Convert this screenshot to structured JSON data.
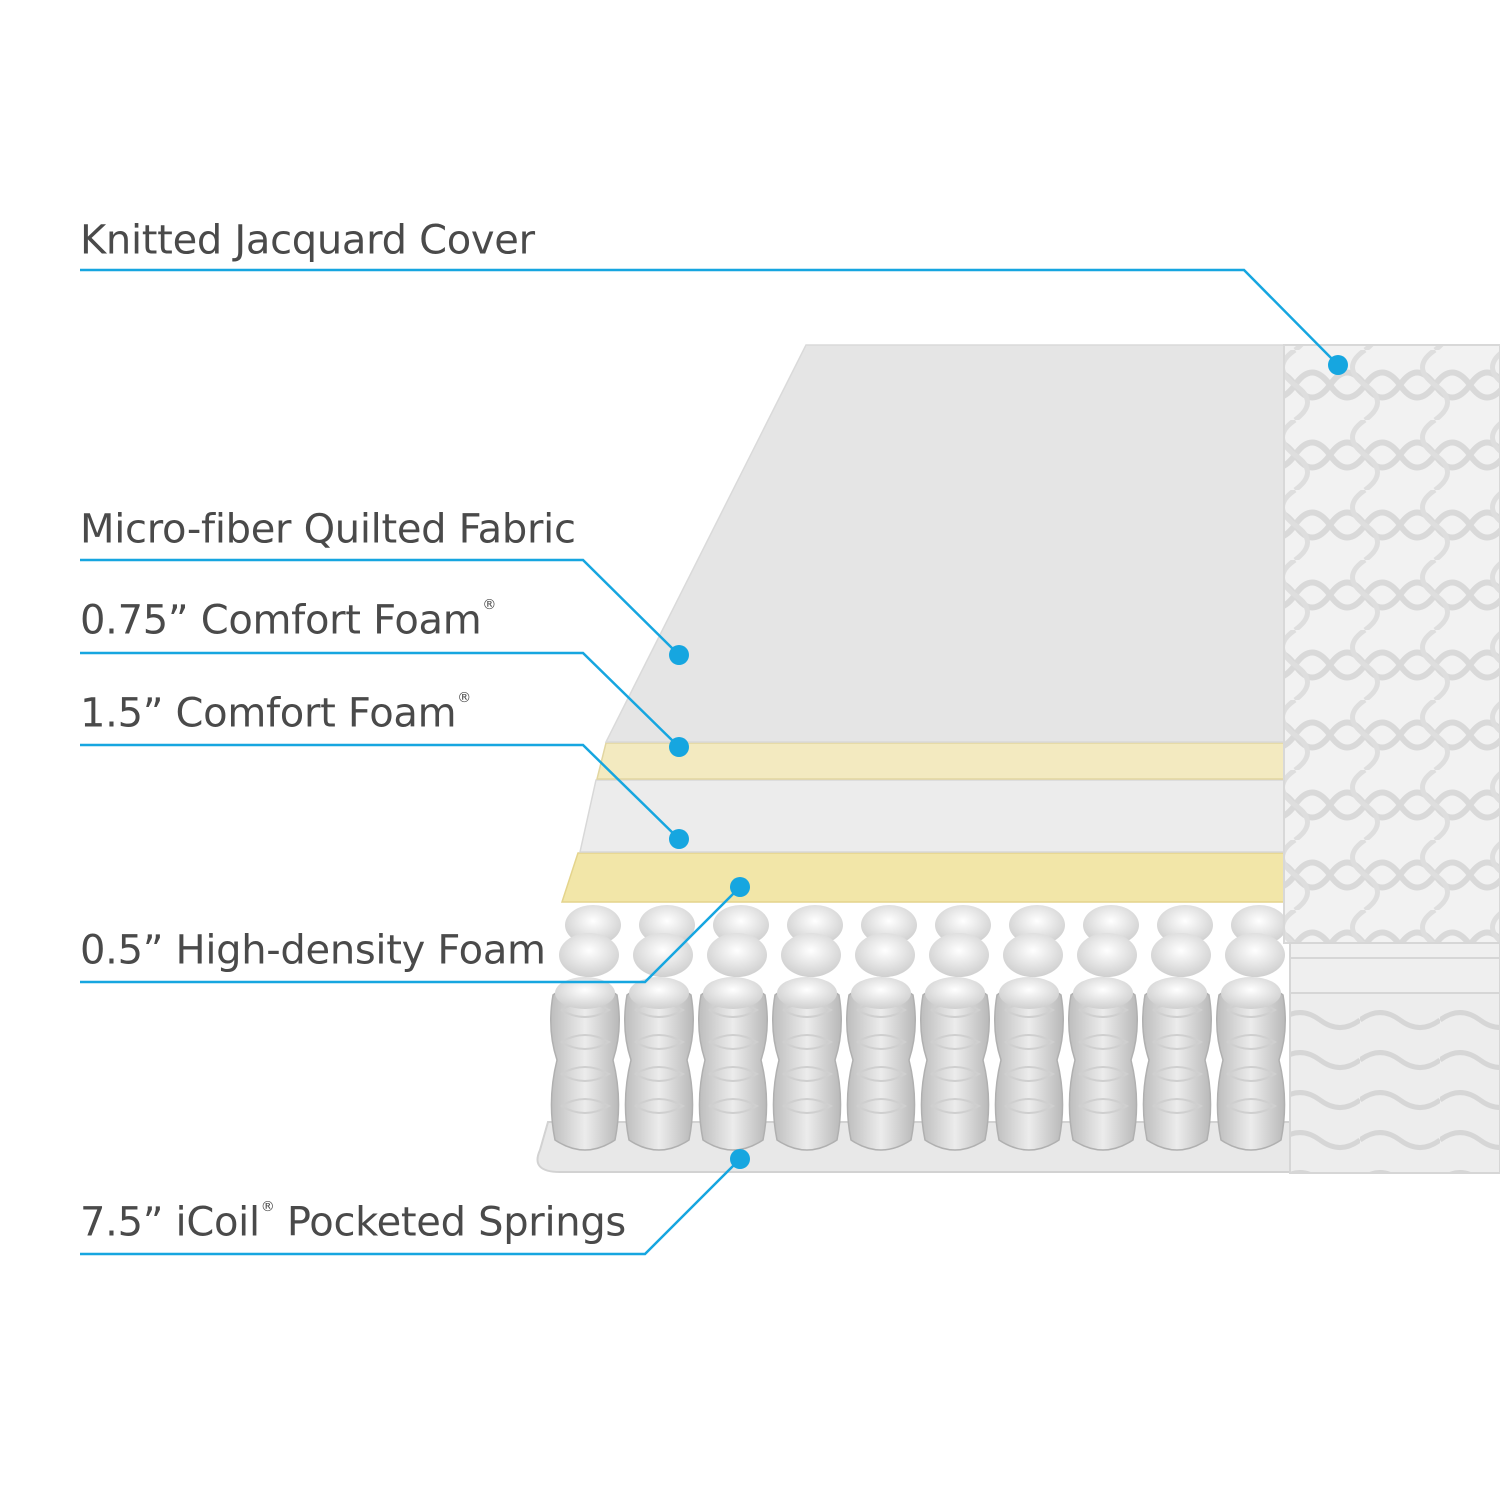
{
  "colors": {
    "accent": "#16a6e0",
    "text": "#4a4a4a",
    "comfort_foam_yellow": "#f3eac0",
    "high_density_yellow": "#f2e6a8",
    "fabric_gray": "#e5e5e5"
  },
  "layers": [
    {
      "id": "cover",
      "label": "Knitted Jacquard Cover",
      "reg": ""
    },
    {
      "id": "micro",
      "label": "Micro-fiber Quilted Fabric",
      "reg": ""
    },
    {
      "id": "foam075",
      "label": "0.75” Comfort Foam",
      "reg": "®"
    },
    {
      "id": "foam15",
      "label": "1.5” Comfort Foam",
      "reg": "®"
    },
    {
      "id": "hd",
      "label": "0.5” High-density Foam",
      "reg": ""
    },
    {
      "id": "coil",
      "label_pre": "7.5” iCoil",
      "reg": "®",
      "label_post": " Pocketed Springs"
    }
  ]
}
